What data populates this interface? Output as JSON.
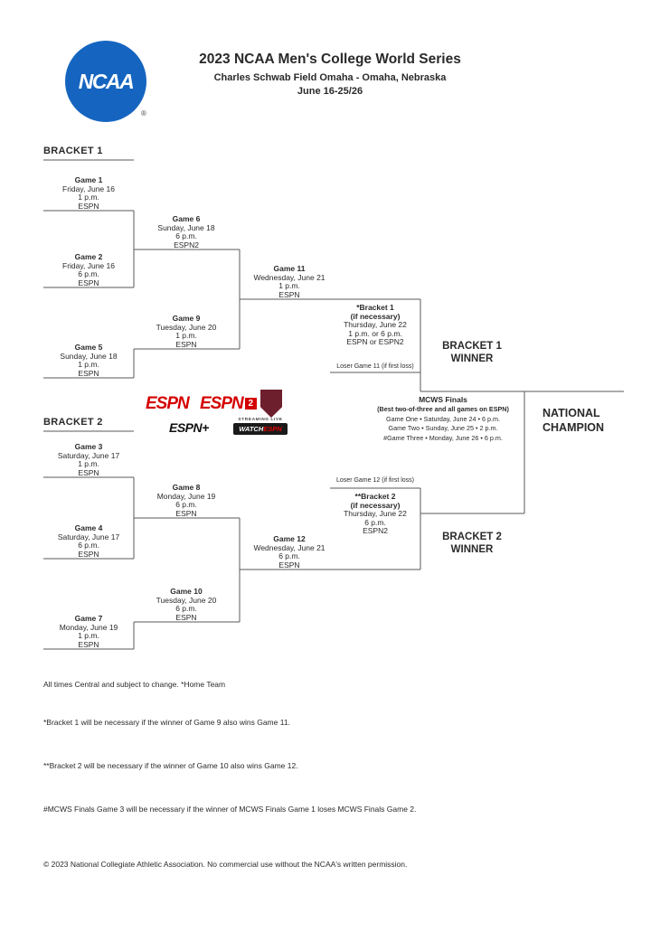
{
  "colors": {
    "ncaa_blue": "#1565c0",
    "espn_red": "#d40000",
    "shield_maroon": "#6e1f2d",
    "line": "#5a5a5a"
  },
  "header": {
    "logo": "NCAA",
    "logo_reg": "®",
    "title": "2023 NCAA Men's College World Series",
    "venue": "Charles Schwab Field Omaha - Omaha, Nebraska",
    "dates": "June 16-25/26"
  },
  "bracket1": {
    "label": "BRACKET 1",
    "winner": "BRACKET 1\nWINNER",
    "loser_note": "Loser Game 11 (if first loss)",
    "if_necessary": {
      "name": "*Bracket 1",
      "note": "(if necessary)",
      "date": "Thursday, June 22",
      "time": "1 p.m. or 6 p.m.",
      "network": "ESPN or ESPN2"
    }
  },
  "bracket2": {
    "label": "BRACKET 2",
    "winner": "BRACKET 2\nWINNER",
    "loser_note": "Loser Game 12 (if first loss)",
    "if_necessary": {
      "name": "**Bracket 2",
      "note": "(if necessary)",
      "date": "Thursday, June 22",
      "time": "6 p.m.",
      "network": "ESPN2"
    }
  },
  "games": {
    "g1": {
      "name": "Game 1",
      "date": "Friday, June 16",
      "time": "1 p.m.",
      "network": "ESPN"
    },
    "g2": {
      "name": "Game 2",
      "date": "Friday, June 16",
      "time": "6 p.m.",
      "network": "ESPN"
    },
    "g3": {
      "name": "Game 3",
      "date": "Saturday, June 17",
      "time": "1 p.m.",
      "network": "ESPN"
    },
    "g4": {
      "name": "Game 4",
      "date": "Saturday, June 17",
      "time": "6 p.m.",
      "network": "ESPN"
    },
    "g5": {
      "name": "Game 5",
      "date": "Sunday, June 18",
      "time": "1 p.m.",
      "network": "ESPN"
    },
    "g6": {
      "name": "Game 6",
      "date": "Sunday, June 18",
      "time": "6 p.m.",
      "network": "ESPN2"
    },
    "g7": {
      "name": "Game 7",
      "date": "Monday, June 19",
      "time": "1 p.m.",
      "network": "ESPN"
    },
    "g8": {
      "name": "Game 8",
      "date": "Monday, June 19",
      "time": "6 p.m.",
      "network": "ESPN"
    },
    "g9": {
      "name": "Game 9",
      "date": "Tuesday, June 20",
      "time": "1 p.m.",
      "network": "ESPN"
    },
    "g10": {
      "name": "Game 10",
      "date": "Tuesday, June 20",
      "time": "6 p.m.",
      "network": "ESPN"
    },
    "g11": {
      "name": "Game 11",
      "date": "Wednesday, June 21",
      "time": "1 p.m.",
      "network": "ESPN"
    },
    "g12": {
      "name": "Game 12",
      "date": "Wednesday, June 21",
      "time": "6 p.m.",
      "network": "ESPN"
    }
  },
  "finals": {
    "title": "MCWS Finals",
    "subtitle": "(Best two-of-three and all games on ESPN)",
    "game_one": "Game One • Saturday, June 24 • 6 p.m.",
    "game_two": "Game Two • Sunday, June 25 • 2 p.m.",
    "game_three": "#Game Three • Monday, June 26 • 6 p.m.",
    "champion": "NATIONAL\nCHAMPION"
  },
  "logos": {
    "espn": "ESPN",
    "espn2_word": "ESPN",
    "espn2_num": "2",
    "espn_plus": "ESPN+",
    "streaming": "STREAMING LIVE",
    "watch": "WATCH",
    "watch_espn": "ESPN"
  },
  "footnotes": {
    "times": "All times Central and subject to change. *Home Team",
    "bracket1": "*Bracket 1 will be necessary if the winner of Game 9 also wins Game 11.",
    "bracket2": "**Bracket 2 will be necessary if the winner of Game 10 also wins Game 12.",
    "finals": "#MCWS Finals Game 3 will be necessary if the winner of MCWS Finals Game 1 loses MCWS Finals Game 2.",
    "copyright": "© 2023 National Collegiate Athletic Association. No commercial use without the NCAA's written permission."
  }
}
